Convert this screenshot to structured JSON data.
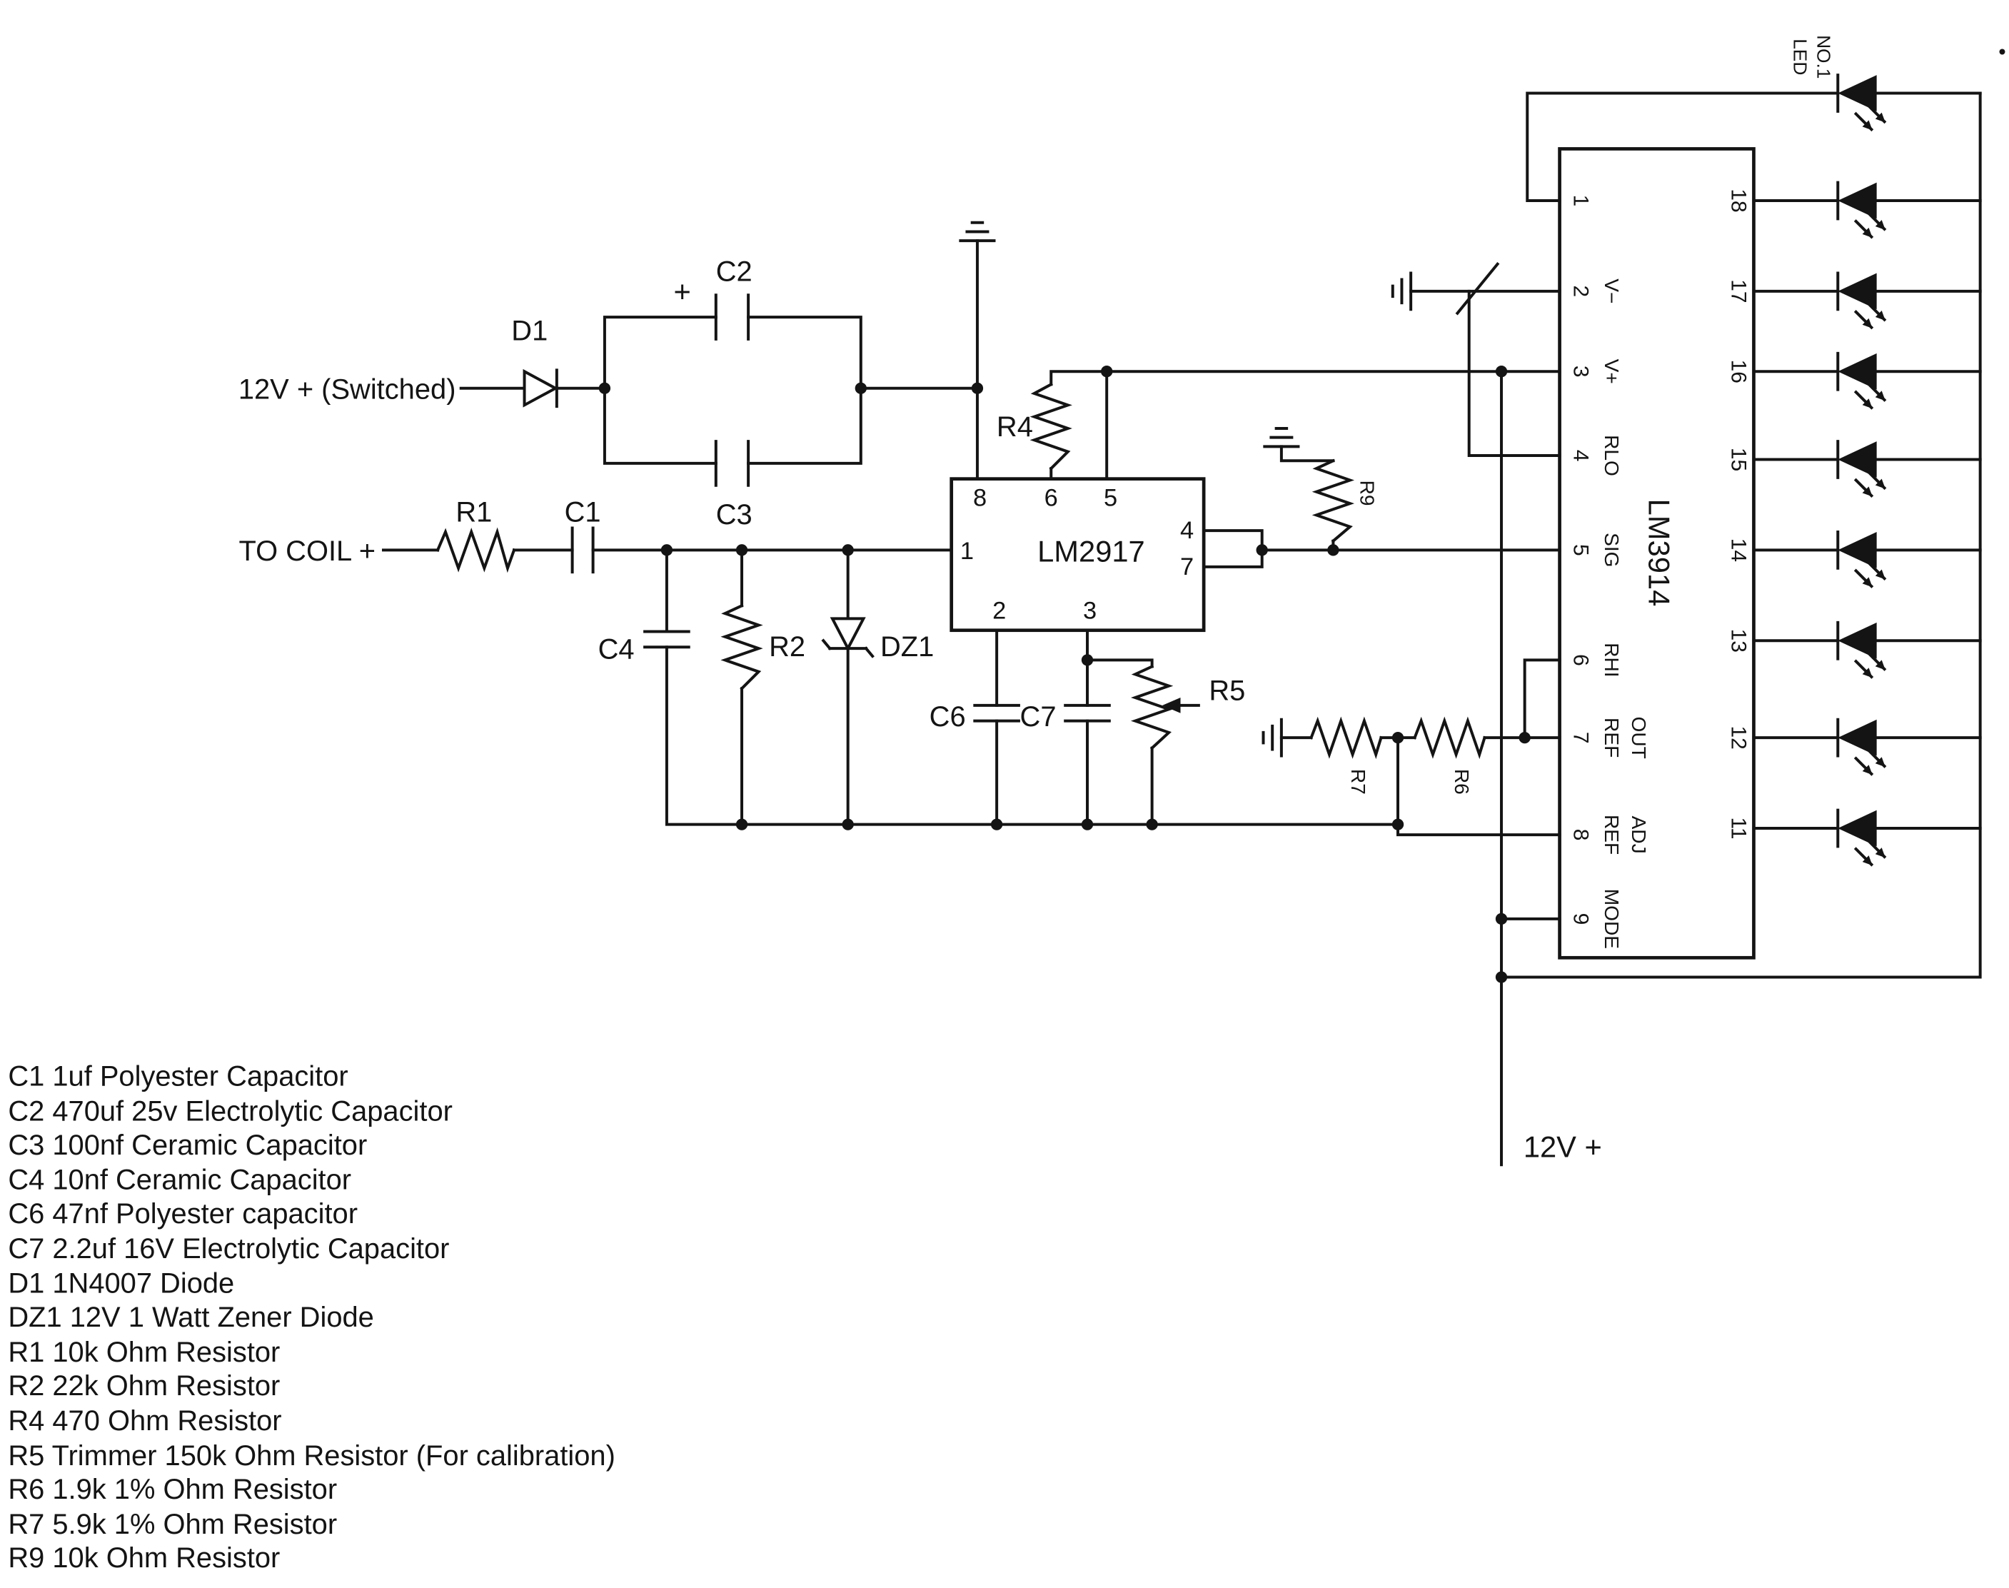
{
  "colors": {
    "ink": "#141414",
    "background": "#ffffff"
  },
  "labels": {
    "supply_switched": "12V + (Switched)",
    "to_coil": "TO COIL +",
    "d1": "D1",
    "plus": "+",
    "c1": "C1",
    "c2": "C2",
    "c3": "C3",
    "c4": "C4",
    "c6": "C6",
    "c7": "C7",
    "r1": "R1",
    "r2": "R2",
    "r4": "R4",
    "r5": "R5",
    "r6": "R6",
    "r7": "R7",
    "r9": "R9",
    "dz1": "DZ1",
    "ic1": "LM2917",
    "ic2": "LM3914",
    "led_no1_line1": "LED",
    "led_no1_line2": "NO.1",
    "supply_main": "12V +"
  },
  "ic1": {
    "pins": {
      "p8": "8",
      "p6": "6",
      "p5": "5",
      "p1": "1",
      "p4": "4",
      "p7": "7",
      "p2": "2",
      "p3": "3"
    }
  },
  "ic2": {
    "pins_left": [
      {
        "num": "1",
        "l1": "",
        "l2": ""
      },
      {
        "num": "2",
        "l1": "V−",
        "l2": ""
      },
      {
        "num": "3",
        "l1": "V+",
        "l2": ""
      },
      {
        "num": "4",
        "l1": "RLO",
        "l2": ""
      },
      {
        "num": "5",
        "l1": "SIG",
        "l2": ""
      },
      {
        "num": "6",
        "l1": "RHI",
        "l2": ""
      },
      {
        "num": "7",
        "l1": "REF",
        "l2": "OUT"
      },
      {
        "num": "8",
        "l1": "REF",
        "l2": "ADJ"
      },
      {
        "num": "9",
        "l1": "MODE",
        "l2": ""
      }
    ],
    "pins_right": [
      "18",
      "17",
      "16",
      "15",
      "14",
      "13",
      "12",
      "11"
    ]
  },
  "parts_list": [
    "C1 1uf Polyester Capacitor",
    "C2 470uf 25v Electrolytic Capacitor",
    "C3 100nf Ceramic Capacitor",
    "C4 10nf Ceramic Capacitor",
    "C6 47nf Polyester capacitor",
    "C7  2.2uf 16V  Electrolytic Capacitor",
    "D1 1N4007 Diode",
    "DZ1 12V 1 Watt Zener Diode",
    "R1 10k Ohm Resistor",
    "R2 22k Ohm Resistor",
    "R4 470 Ohm Resistor",
    "R5 Trimmer 150k Ohm Resistor (For calibration)",
    "R6 1.9k 1% Ohm Resistor",
    "R7 5.9k  1% Ohm Resistor",
    "R9 10k Ohm Resistor"
  ]
}
